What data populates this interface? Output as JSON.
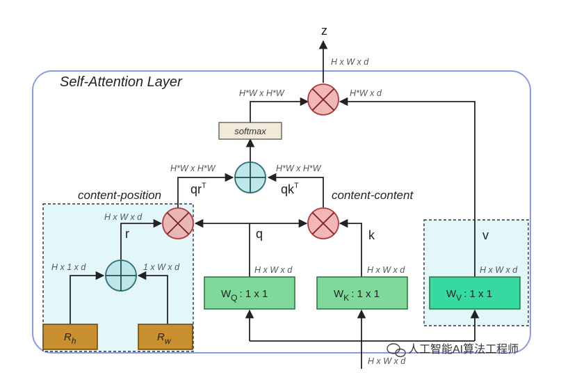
{
  "diagram": {
    "title": "Self-Attention Layer",
    "output_label": "z",
    "input_dim": "H x W x d",
    "top_dims": {
      "z": "H x W x d",
      "softmax_out": "H*W x H*W",
      "v_in": "H*W x d"
    },
    "softmax_label": "softmax",
    "plus_dims": {
      "left": "H*W x H*W",
      "right": "H*W x H*W"
    },
    "qr_base": "qr",
    "qr_sup": "T",
    "qk_base": "qk",
    "qk_sup": "T",
    "content_position": "content-position",
    "content_content": "content-content",
    "r_dim": "H x W x d",
    "r_label": "r",
    "q_label": "q",
    "k_label": "k",
    "v_label": "v",
    "rh_dim": "H x 1 x d",
    "rw_dim": "1 x W x d",
    "wq": {
      "base": "W",
      "sub": "Q",
      "rest": ": 1 x 1",
      "dim": "H x W x d"
    },
    "wk": {
      "base": "W",
      "sub": "K",
      "rest": ": 1 x 1",
      "dim": "H x W x d"
    },
    "wv": {
      "base": "W",
      "sub": "V",
      "rest": ": 1 x 1",
      "dim": "H x W x d"
    },
    "rh": {
      "base": "R",
      "sub": "h"
    },
    "rw": {
      "base": "R",
      "sub": "w"
    },
    "watermark": "人工智能AI算法工程师",
    "colors": {
      "layer_border": "#8a9ae6",
      "multiply_fill": "#f2b8b8",
      "multiply_stroke": "#b23a3a",
      "plus_fill": "#bfe7ea",
      "plus_stroke": "#2d6f74",
      "w_box_fill": "#7fd99a",
      "wv_box_fill": "#36d9a0",
      "w_box_stroke": "#2f7a45",
      "r_box_fill": "#c8902e",
      "r_box_stroke": "#6b4a12",
      "softmax_fill": "#f1ead9",
      "dashed_region_fill": "#e3f7fb"
    }
  }
}
